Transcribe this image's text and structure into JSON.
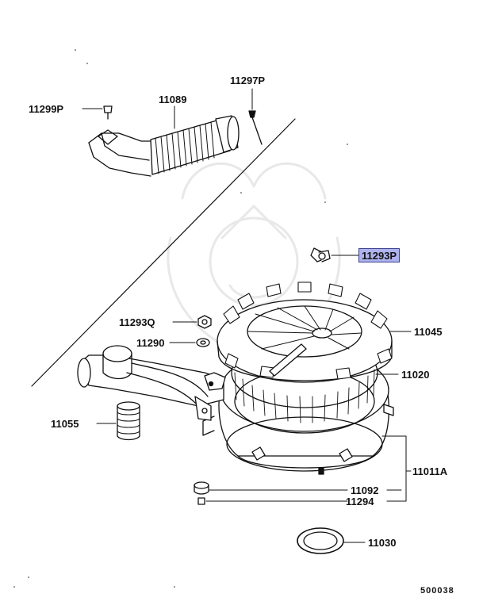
{
  "diagram": {
    "callouts": [
      {
        "id": "11297P",
        "label": "11297P"
      },
      {
        "id": "11299P",
        "label": "11299P"
      },
      {
        "id": "11089",
        "label": "11089"
      },
      {
        "id": "11293P",
        "label": "11293P",
        "highlighted": true
      },
      {
        "id": "11293Q",
        "label": "11293Q"
      },
      {
        "id": "11290",
        "label": "11290"
      },
      {
        "id": "11045",
        "label": "11045"
      },
      {
        "id": "11020",
        "label": "11020"
      },
      {
        "id": "11055",
        "label": "11055"
      },
      {
        "id": "11011A",
        "label": "11011A"
      },
      {
        "id": "11092",
        "label": "11092"
      },
      {
        "id": "11294",
        "label": "11294"
      },
      {
        "id": "11030",
        "label": "11030"
      }
    ],
    "figure_code": "500038",
    "highlight_color": "#aeb3ee"
  }
}
